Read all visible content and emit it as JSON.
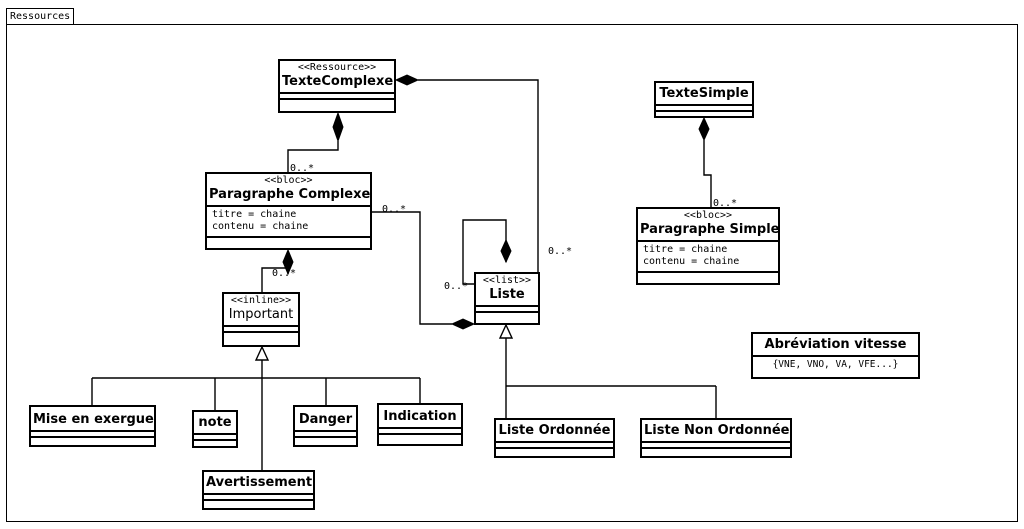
{
  "frame": {
    "title": "Ressources"
  },
  "classes": {
    "texte_complexe": {
      "stereotype": "<<Ressource>>",
      "name": "TexteComplexe"
    },
    "paragraphe_complexe": {
      "stereotype": "<<bloc>>",
      "name": "Paragraphe Complexe",
      "attributes": [
        "titre = chaine",
        "contenu = chaine"
      ]
    },
    "important": {
      "stereotype": "<<inline>>",
      "name": "Important"
    },
    "liste": {
      "stereotype": "<<list>>",
      "name": "Liste"
    },
    "texte_simple": {
      "name": "TexteSimple"
    },
    "paragraphe_simple": {
      "stereotype": "<<bloc>>",
      "name": "Paragraphe Simple",
      "attributes": [
        "titre = chaine",
        "contenu = chaine"
      ]
    },
    "abreviation": {
      "name": "Abréviation vitesse",
      "values": "{VNE, VNO, VA, VFE...}"
    },
    "mise_en_exergue": {
      "name": "Mise en exergue"
    },
    "note": {
      "name": "note"
    },
    "danger": {
      "name": "Danger"
    },
    "indication": {
      "name": "Indication"
    },
    "avertissement": {
      "name": "Avertissement"
    },
    "liste_ordonnee": {
      "name": "Liste Ordonnée"
    },
    "liste_non_ordonnee": {
      "name": "Liste Non Ordonnée"
    }
  },
  "multiplicities": {
    "paragraphe_complexe_in_texte": "0..*",
    "paragraphe_complexe_in_liste": "0..*",
    "important_in_paragraphe": "0..*",
    "liste_self": "0..*",
    "liste_in_texte": "0..*",
    "paragraphe_simple_in_texte": "0..*"
  }
}
